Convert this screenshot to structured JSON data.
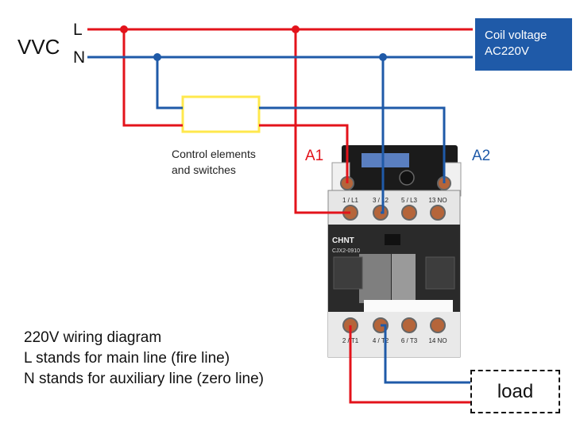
{
  "supply": {
    "label": "VVC",
    "line_l": "L",
    "line_n": "N"
  },
  "coil": {
    "line1": "Coil voltage",
    "line2": "AC220V"
  },
  "control": {
    "line1": "Control elements",
    "line2": "and switches"
  },
  "coil_terminals": {
    "a1": "A1",
    "a2": "A2"
  },
  "contactor": {
    "brand": "CHNT",
    "model": "CJX2-0910",
    "top_terminals": [
      "1 / L1",
      "3 / L2",
      "5 / L3",
      "13 NO"
    ],
    "bottom_terminals": [
      "2 / T1",
      "4 / T2",
      "6 / T3",
      "14 NO"
    ]
  },
  "notes": [
    "220V wiring diagram",
    "L stands for main line (fire line)",
    "N stands for auxiliary line (zero line)"
  ],
  "load": {
    "label": "load"
  },
  "colors": {
    "live": "#e3131b",
    "neutral": "#1f5aa8",
    "control_box": "#ffe84d",
    "coil_box": "#1f5aa8"
  }
}
